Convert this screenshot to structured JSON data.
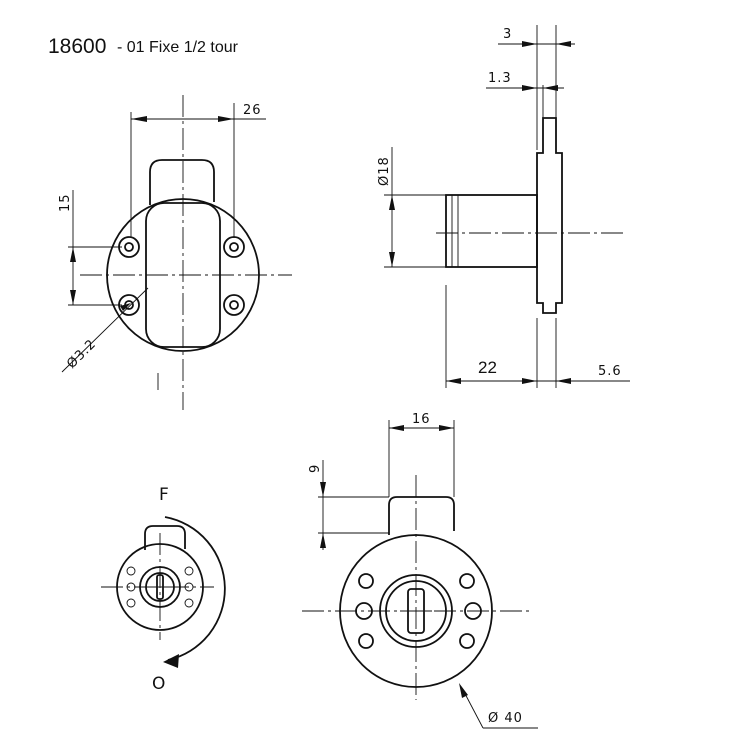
{
  "title": {
    "code": "18600",
    "suffix": "- 01  Fixe  1/2 tour"
  },
  "dimensions": {
    "front_width": "26",
    "front_height": "15",
    "hole_diameter": "Ø3.2",
    "side_flange": "3",
    "side_plate": "1.3",
    "side_body_diameter": "Ø18",
    "side_body_length": "22",
    "side_depth": "5.6",
    "bottom_width": "16",
    "bottom_height": "9",
    "bottom_diameter": "Ø 40"
  },
  "rotation": {
    "closed_label": "F",
    "open_label": "O"
  }
}
